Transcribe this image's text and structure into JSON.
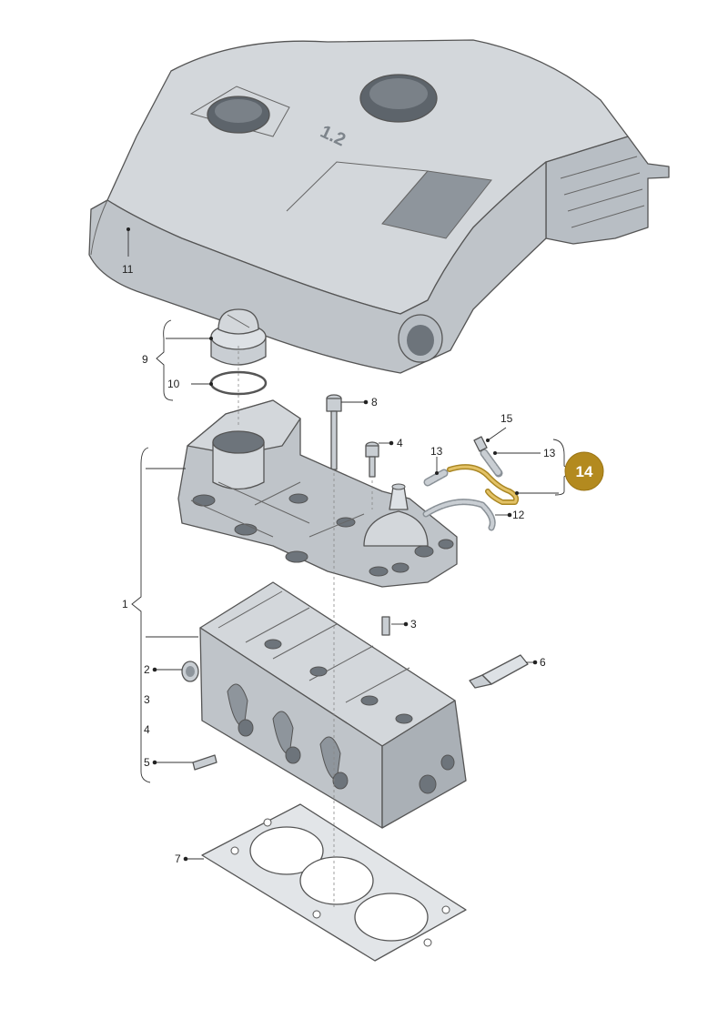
{
  "colors": {
    "part_fill": "#c9ced3",
    "part_light": "#dde1e5",
    "part_dark": "#9aa1a8",
    "hole": "#6d747b",
    "highlight": "#c9a23a",
    "highlight_hose": "#d9b653",
    "badge": "#b38a1f"
  },
  "engine_cover": {
    "badge_text": "1.2"
  },
  "labels": {
    "l1": "1",
    "l2": "2",
    "l3a": "3",
    "l3b": "3",
    "l4a": "4",
    "l4b": "4",
    "l5": "5",
    "l6": "6",
    "l7": "7",
    "l8": "8",
    "l9": "9",
    "l10": "10",
    "l11": "11",
    "l12": "12",
    "l13a": "13",
    "l13b": "13",
    "l15": "15"
  },
  "highlight_badge": {
    "text": "14"
  }
}
